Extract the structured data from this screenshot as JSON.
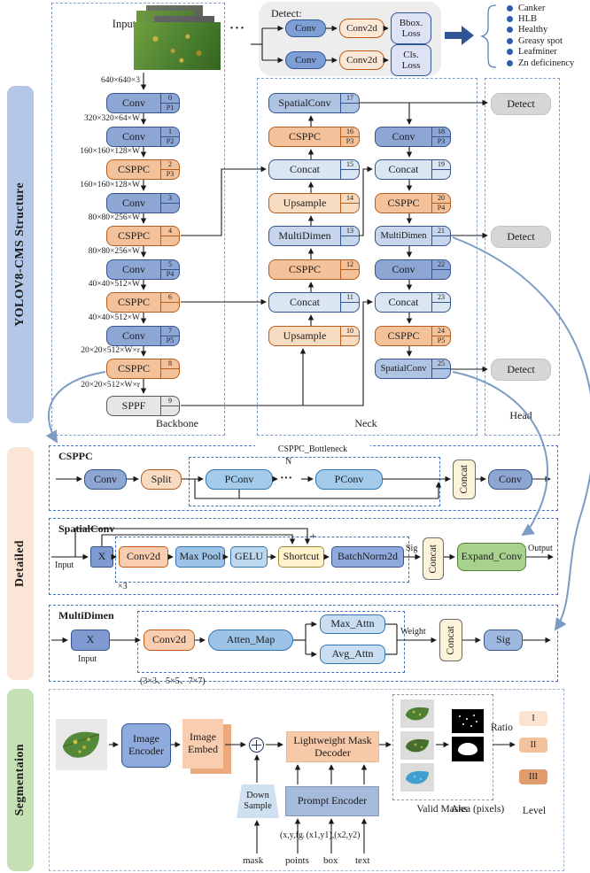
{
  "colors": {
    "node_blue": "#8EA6D4",
    "node_orange": "#F4C29A",
    "node_light_blue": "#DAE7F3",
    "node_upsample": "#F8DCC2",
    "node_spatialconv": "#AFC3E3",
    "node_multidimen": "#C7D6EC",
    "sppf_gray": "#E7E6E6",
    "detect_gray": "#D6D6D6",
    "accent_blue": "#2F5597",
    "curve_blue": "#7C9CC4",
    "expand_green": "#A9D18E",
    "sidebar_blue": "#B4C7E7",
    "sidebar_peach": "#FBE5D6",
    "sidebar_green": "#C5E0B4"
  },
  "sidebar": {
    "structure": "YOLOV8-CMS Structure",
    "detailed": "Detailed",
    "segmentation": "Segmentaion"
  },
  "top": {
    "input_label": "Input",
    "input_dim": "640×640×3",
    "ellipsis": "···",
    "detect_module": {
      "title": "Detect:",
      "rows": [
        {
          "conv": "Conv",
          "conv2d": "Conv2d",
          "loss": "Bbox. Loss"
        },
        {
          "conv": "Conv",
          "conv2d": "Conv2d",
          "loss": "Cls. Loss"
        }
      ]
    },
    "classes": [
      "Canker",
      "HLB",
      "Healthy",
      "Greasy spot",
      "Leafminer",
      "Zn deficinency"
    ],
    "backbone": {
      "label": "Backbone",
      "nodes": [
        {
          "label": "Conv",
          "num": "0",
          "sub": "P1",
          "dim": "320×320×64×W"
        },
        {
          "label": "Conv",
          "num": "1",
          "sub": "P2",
          "dim": "160×160×128×W"
        },
        {
          "label": "CSPPC",
          "num": "2",
          "sub": "P3",
          "dim": "160×160×128×W"
        },
        {
          "label": "Conv",
          "num": "3",
          "sub": "",
          "dim": "80×80×256×W"
        },
        {
          "label": "CSPPC",
          "num": "4",
          "sub": "",
          "dim": "80×80×256×W"
        },
        {
          "label": "Conv",
          "num": "5",
          "sub": "P4",
          "dim": "40×40×512×W"
        },
        {
          "label": "CSPPC",
          "num": "6",
          "sub": "",
          "dim": "40×40×512×W"
        },
        {
          "label": "Conv",
          "num": "7",
          "sub": "P5",
          "dim": "20×20×512×W×r"
        },
        {
          "label": "CSPPC",
          "num": "8",
          "sub": "",
          "dim": "20×20×512×W×r"
        },
        {
          "label": "SPPF",
          "num": "9",
          "sub": "",
          "dim": ""
        }
      ]
    },
    "neck": {
      "label": "Neck",
      "left": [
        {
          "label": "SpatialConv",
          "num": "17",
          "sub": ""
        },
        {
          "label": "CSPPC",
          "num": "16",
          "sub": "P3"
        },
        {
          "label": "Concat",
          "num": "15",
          "sub": ""
        },
        {
          "label": "Upsample",
          "num": "14",
          "sub": ""
        },
        {
          "label": "MultiDimen",
          "num": "13",
          "sub": ""
        },
        {
          "label": "CSPPC",
          "num": "12",
          "sub": ""
        },
        {
          "label": "Concat",
          "num": "11",
          "sub": ""
        },
        {
          "label": "Upsample",
          "num": "10",
          "sub": ""
        }
      ],
      "right": [
        {
          "label": "Conv",
          "num": "18",
          "sub": "P3"
        },
        {
          "label": "Concat",
          "num": "19",
          "sub": ""
        },
        {
          "label": "CSPPC",
          "num": "20",
          "sub": "P4"
        },
        {
          "label": "MultiDimen",
          "num": "21",
          "sub": ""
        },
        {
          "label": "Conv",
          "num": "22",
          "sub": ""
        },
        {
          "label": "Concat",
          "num": "23",
          "sub": ""
        },
        {
          "label": "CSPPC",
          "num": "24",
          "sub": "P5"
        },
        {
          "label": "SpatialConv",
          "num": "25",
          "sub": ""
        }
      ]
    },
    "head": {
      "label": "Head",
      "detects": [
        "Detect",
        "Detect",
        "Detect"
      ]
    }
  },
  "detail": {
    "csppc": {
      "title": "CSPPC",
      "conv_in": "Conv",
      "split": "Split",
      "bottleneck": "CSPPC_Bottleneck",
      "n": "N",
      "pconv1": "PConv",
      "dots": "···",
      "pconv2": "PConv",
      "concat": "Concat",
      "conv_out": "Conv"
    },
    "spatialconv": {
      "title": "SpatialConv",
      "input": "Input",
      "x": "X",
      "conv2d": "Conv2d",
      "maxpool": "Max Pool",
      "gelu": "GELU",
      "shortcut": "Shortcut",
      "plus": "+",
      "batchnorm": "BatchNorm2d",
      "sig": "Sig",
      "concat": "Concat",
      "expand": "Expand_Conv",
      "output": "Output",
      "times3": "×3"
    },
    "multidimen": {
      "title": "MultiDimen",
      "x": "X",
      "input": "Input",
      "conv2d": "Conv2d",
      "atten_map": "Atten_Map",
      "max_attn": "Max_Attn",
      "avg_attn": "Avg_Attn",
      "weight": "Weight",
      "concat": "Concat",
      "sig": "Sig",
      "kernels": "(3×3、5×5、7×7)"
    }
  },
  "segmentation": {
    "image_encoder": "Image Encoder",
    "image_embed": "Image Embed",
    "mask_decoder": "Lightweight Mask Decoder",
    "down_sample": "Down Sample",
    "prompt_encoder": "Prompt Encoder",
    "points_format": "(x,y,fg/bg)",
    "box_format": "(x1,y1),(x2,y2)",
    "inputs": [
      "mask",
      "points",
      "box",
      "text"
    ],
    "valid_masks": "Valid Masks",
    "area": "Area (pixels)",
    "ratio": "Ratio",
    "level": "Level",
    "levels": [
      "I",
      "II",
      "III"
    ]
  }
}
